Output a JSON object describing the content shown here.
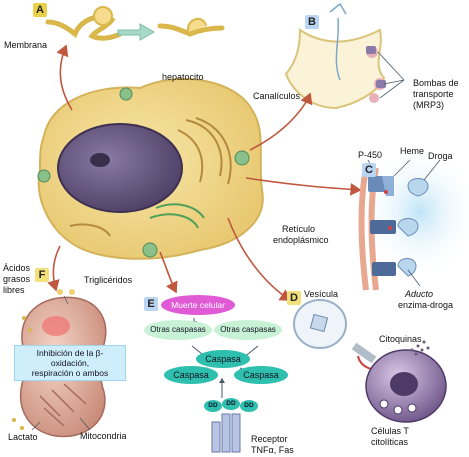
{
  "panels": {
    "a": "A",
    "b": "B",
    "c": "C",
    "d": "D",
    "e": "E",
    "f": "F"
  },
  "labels": {
    "membrana": "Membrana",
    "hepatocito": "hepatocito",
    "canaliculos": "Canalículos",
    "bombas": [
      "Bombas de",
      "transporte",
      "(MRP3)"
    ],
    "p450": "P-450",
    "heme": "Heme",
    "droga": "Droga",
    "reticulo": [
      "Retículo",
      "endoplásmico"
    ],
    "aducto": [
      "Aducto",
      "enzima-droga"
    ],
    "acidos": [
      "Ácidos",
      "grasos",
      "libres"
    ],
    "trigliceridos": "Triglicéridos",
    "inhibicion": [
      "Inhibición de la β-",
      "oxidación,",
      "respiración o ambos"
    ],
    "lactato": "Lactato",
    "mitocondria": "Mitocondria",
    "muerte": "Muerte celular",
    "otras_caspasas_1": "Otras caspasas",
    "otras_caspasas_2": "Otras caspasas",
    "caspasa_top": "Caspasa",
    "caspasa_left": "Caspasa",
    "caspasa_right": "Caspasa",
    "dd": "DD",
    "receptor": [
      "Receptor",
      "TNFα, Fas"
    ],
    "vesicula": "Vesícula",
    "citoquinas": "Citoquinas",
    "celulas_t": [
      "Células T",
      "citolíticas"
    ]
  },
  "colors": {
    "panel_a": "#e8d14a",
    "panel_b": "#b9d5f2",
    "panel_c": "#b9d5f2",
    "panel_d": "#f2e07a",
    "panel_e": "#b9d5f2",
    "panel_f": "#f2e07a",
    "cell": "#f2dc8a",
    "nucleus": "#6a5a80",
    "arrow": "#c0573f",
    "caspasa": "#2fbfae",
    "otras": "#c8f2d6",
    "muerte": "#e05ad6",
    "mito": "#e0b0a0",
    "tcell": "#9a7fb0"
  },
  "icons": [
    "membrane-bleb-icon",
    "right-arrow-icon",
    "transport-pump-icon",
    "p450-enzyme-icon",
    "drug-icon",
    "receptor-icon",
    "vesicle-icon",
    "mitochondrion-icon",
    "t-cell-icon"
  ]
}
